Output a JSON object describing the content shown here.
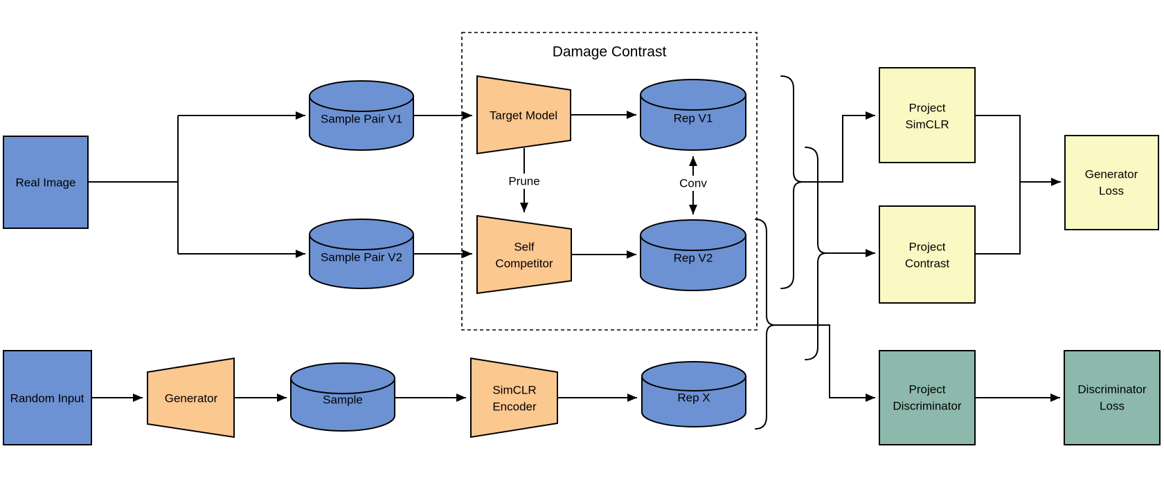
{
  "diagram": {
    "group_title": "Damage Contrast",
    "colors": {
      "node_blue": "#6D92D3",
      "node_orange": "#FBC890",
      "node_yellow": "#FBF9C3",
      "node_green": "#8CB9AC",
      "line_black": "#000000"
    },
    "nodes": {
      "real_image": {
        "label": "Real Image"
      },
      "sample_pair_v1": {
        "label": "Sample Pair V1"
      },
      "sample_pair_v2": {
        "label": "Sample Pair V2"
      },
      "target_model": {
        "label": "Target Model"
      },
      "self_competitor": {
        "line1": "Self",
        "line2": "Competitor"
      },
      "rep_v1": {
        "label": "Rep V1"
      },
      "rep_v2": {
        "label": "Rep V2"
      },
      "random_input": {
        "label": "Random Input"
      },
      "generator": {
        "label": "Generator"
      },
      "sample": {
        "label": "Sample"
      },
      "simclr_encoder": {
        "line1": "SimCLR",
        "line2": "Encoder"
      },
      "rep_x": {
        "label": "Rep X"
      },
      "project_simclr": {
        "line1": "Project",
        "line2": "SimCLR"
      },
      "project_contrast": {
        "line1": "Project",
        "line2": "Contrast"
      },
      "generator_loss": {
        "line1": "Generator",
        "line2": "Loss"
      },
      "project_discriminator": {
        "line1": "Project",
        "line2": "Discriminator"
      },
      "discriminator_loss": {
        "line1": "Discriminator",
        "line2": "Loss"
      }
    },
    "edge_labels": {
      "prune": "Prune",
      "conv": "Conv"
    }
  }
}
